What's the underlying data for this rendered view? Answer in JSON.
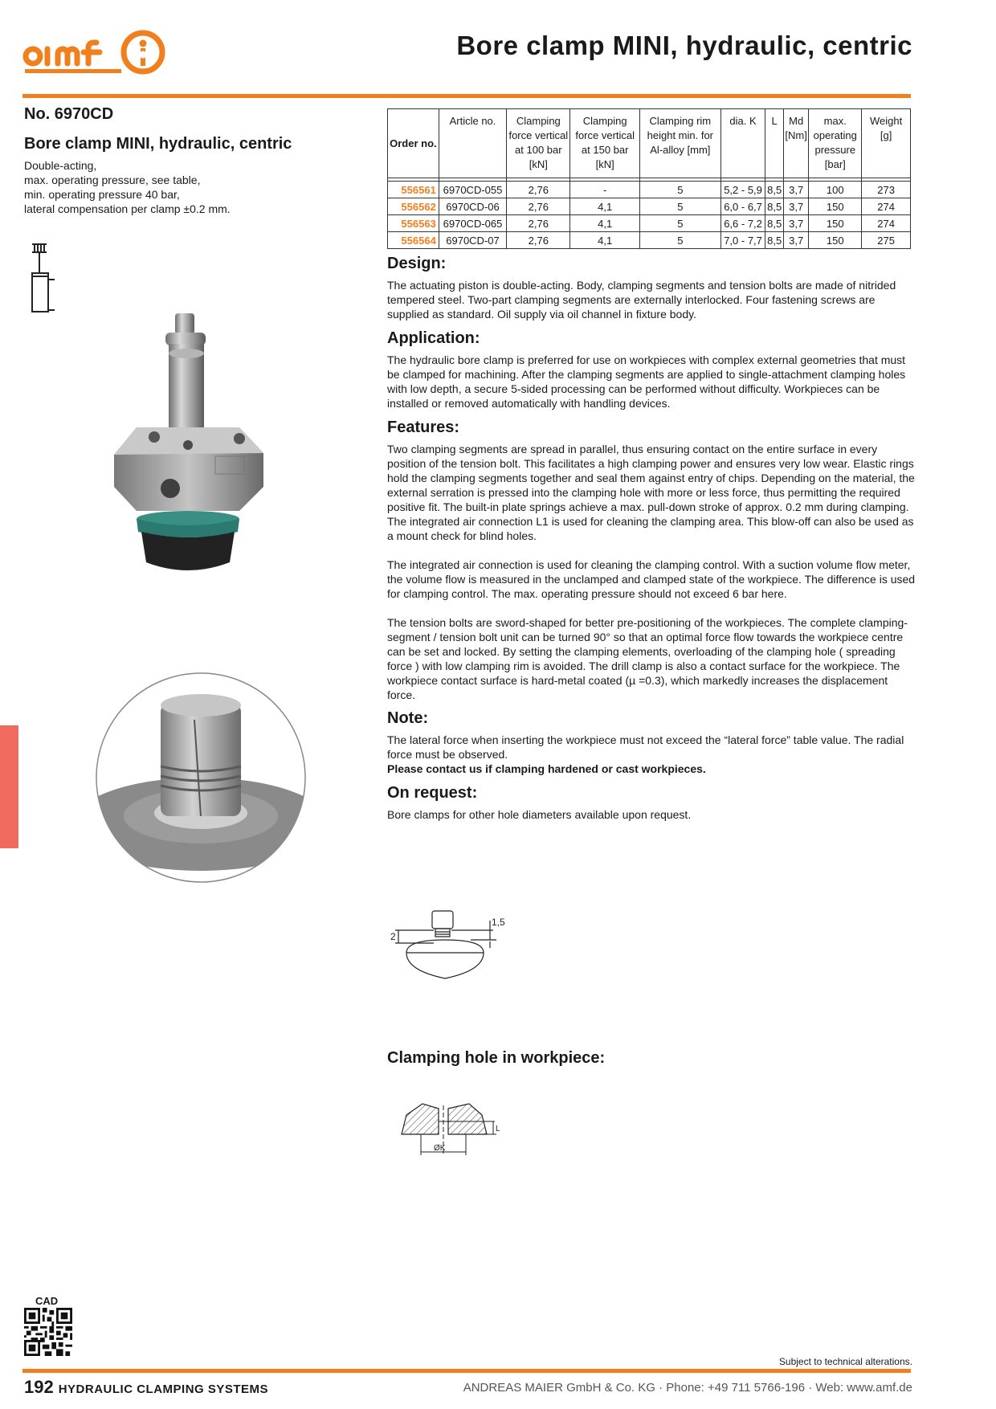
{
  "brand": {
    "logo_text": "amf",
    "accent_color": "#f07f1e",
    "tab_color": "#ef6b5e"
  },
  "header": {
    "title": "Bore clamp MINI, hydraulic, centric"
  },
  "product": {
    "number": "No. 6970CD",
    "name": "Bore clamp MINI, hydraulic, centric",
    "intro": [
      "Double-acting,",
      "max. operating pressure, see table,",
      "min. operating pressure 40 bar,",
      "lateral compensation per clamp ±0.2 mm."
    ]
  },
  "table": {
    "headers": {
      "order": "Order no.",
      "article": "Article no.",
      "clamp100": "Clamping force vertical at 100 bar [kN]",
      "clamp150": "Clamping force vertical at 150 bar [kN]",
      "rim": "Clamping rim height min. for Al-alloy [mm]",
      "dia": "dia. K",
      "l": "L",
      "md": "Md [Nm]",
      "pressure": "max. operating pressure [bar]",
      "weight": "Weight [g]"
    },
    "rows": [
      {
        "order": "556561",
        "article": "6970CD-055",
        "clamp100": "2,76",
        "clamp150": "-",
        "rim": "5",
        "dia": "5,2 - 5,9",
        "l": "8,5",
        "md": "3,7",
        "pressure": "100",
        "weight": "273"
      },
      {
        "order": "556562",
        "article": "6970CD-06",
        "clamp100": "2,76",
        "clamp150": "4,1",
        "rim": "5",
        "dia": "6,0 - 6,7",
        "l": "8,5",
        "md": "3,7",
        "pressure": "150",
        "weight": "274"
      },
      {
        "order": "556563",
        "article": "6970CD-065",
        "clamp100": "2,76",
        "clamp150": "4,1",
        "rim": "5",
        "dia": "6,6 - 7,2",
        "l": "8,5",
        "md": "3,7",
        "pressure": "150",
        "weight": "274"
      },
      {
        "order": "556564",
        "article": "6970CD-07",
        "clamp100": "2,76",
        "clamp150": "4,1",
        "rim": "5",
        "dia": "7,0 - 7,7",
        "l": "8,5",
        "md": "3,7",
        "pressure": "150",
        "weight": "275"
      }
    ]
  },
  "sections": {
    "design": {
      "heading": "Design:",
      "text": "The actuating piston is double-acting. Body, clamping segments and tension bolts are made of nitrided tempered steel. Two-part clamping segments are externally interlocked. Four fastening screws are supplied as standard. Oil supply via oil channel in fixture body."
    },
    "application": {
      "heading": "Application:",
      "text": "The hydraulic bore clamp is preferred for use on workpieces with complex external geometries that must be clamped for machining. After the clamping segments are applied to single-attachment clamping holes with low depth, a secure 5-sided processing can be performed without difficulty. Workpieces can be installed or removed automatically with handling devices."
    },
    "features": {
      "heading": "Features:",
      "p1": "Two clamping segments are spread in parallel, thus ensuring contact on the entire surface in every position of the tension bolt. This facilitates a high clamping power and ensures very low wear. Elastic rings hold the clamping segments together and seal them against entry of chips. Depending on the material, the external serration is pressed into the clamping hole with more or less force, thus permitting the required positive fit. The built-in plate springs achieve a max. pull-down stroke of approx. 0.2 mm during clamping. The integrated air connection L1 is used for cleaning the clamping area. This blow-off can also be used as a mount check for blind holes.",
      "p2": "The integrated air connection is used for cleaning the clamping control. With a suction volume flow meter, the volume flow is measured in the unclamped and clamped state of the workpiece. The difference is used for clamping control. The max. operating pressure should not exceed 6 bar here.",
      "p3": "The tension bolts are sword-shaped for better pre-positioning of the workpieces. The complete clamping-segment / tension bolt unit can be turned 90° so that an optimal force flow towards the workpiece centre can be set and locked. By setting the clamping elements, overloading of the clamping hole ( spreading force ) with low clamping rim is avoided. The drill clamp is also a contact surface for the workpiece. The workpiece contact surface is hard-metal coated (µ =0.3), which markedly increases the displacement force."
    },
    "note": {
      "heading": "Note:",
      "text": "The lateral force when inserting the workpiece must not exceed the “lateral force” table value. The radial force must be observed.",
      "bold": "Please contact us if clamping hardened or cast workpieces."
    },
    "on_request": {
      "heading": "On request:",
      "text": "Bore clamps for other hole diameters available upon request."
    }
  },
  "drawings": {
    "dim_left": "2",
    "dim_right": "1,5",
    "clamping_hole_heading": "Clamping hole in workpiece:",
    "dim_k": "ØK",
    "dim_l": "L"
  },
  "footer": {
    "cad_label": "CAD",
    "note": "Subject to technical alterations.",
    "page_number": "192",
    "section": "HYDRAULIC CLAMPING SYSTEMS",
    "company": "ANDREAS MAIER GmbH & Co. KG · Phone: +49 711 5766-196 · Web: www.amf.de"
  }
}
